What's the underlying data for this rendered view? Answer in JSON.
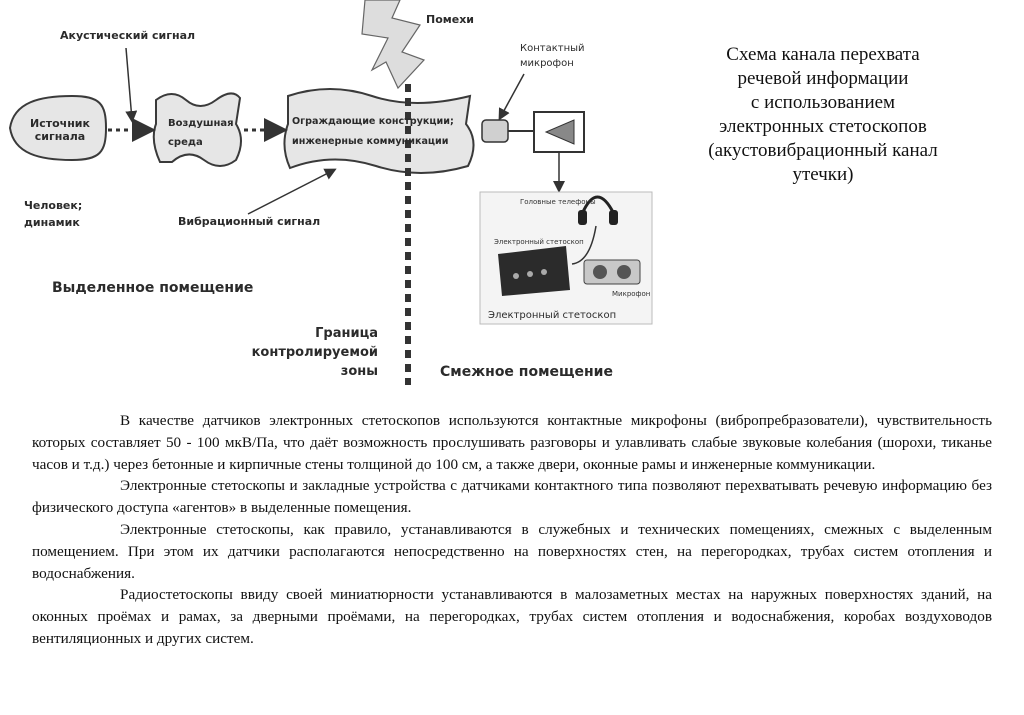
{
  "diagram": {
    "labels": {
      "acoustic_signal": "Акустический сигнал",
      "noise": "Помехи",
      "contact_mic_line1": "Контактный",
      "contact_mic_line2": "микрофон",
      "source_line1": "Источник",
      "source_line2": "сигнала",
      "air_line1": "Воздушная",
      "air_line2": "среда",
      "structures_line1": "Ограждающие конструкции;",
      "structures_line2": "инженерные коммуникации",
      "human_line1": "Человек;",
      "human_line2": "динамик",
      "vibration_signal": "Вибрационный сигнал",
      "dedicated_room": "Выделенное помещение",
      "border_line1": "Граница",
      "border_line2": "контролируемой",
      "border_line3": "зоны",
      "adjacent_room": "Смежное помещение",
      "stethoscope": "Электронный стетоскоп",
      "photo_headphones": "Головные телефоны",
      "photo_stethoscope": "Электронный стетоскоп",
      "photo_microphone": "Микрофон"
    }
  },
  "title_lines": [
    "Схема канала перехвата",
    "речевой информации",
    "с использованием",
    "электронных стетоскопов",
    "(акустовибрационный канал",
    "утечки)"
  ],
  "paragraphs": [
    "В качестве датчиков электронных стетоскопов используются контактные микрофоны (вибропребразователи), чувствительность которых составляет 50 - 100 мкВ/Па, что даёт возможность прослушивать разговоры и улавливать слабые звуковые колебания (шорохи, тиканье часов и т.д.) через бетонные и кирпичные стены толщиной до 100 см, а также двери, оконные рамы и инженерные коммуникации.",
    "Электронные стетоскопы и закладные устройства с датчиками контактного типа позволяют перехватывать речевую информацию без физического доступа «агентов» в выделенные помещения.",
    "Электронные стетоскопы, как правило, устанавливаются в служебных и технических помещениях, смежных с выделенным помещением. При этом их датчики располагаются непосредственно на поверхностях стен, на перегородках, трубах систем отопления и водоснабжения.",
    "Радиостетоскопы ввиду своей миниатюрности устанавливаются в малозаметных местах на наружных поверхностях зданий, на оконных проёмах и рамах, за дверными проёмами, на перегородках, трубах систем отопления и водоснабжения, коробах воздуховодов вентиляционных и других систем."
  ]
}
